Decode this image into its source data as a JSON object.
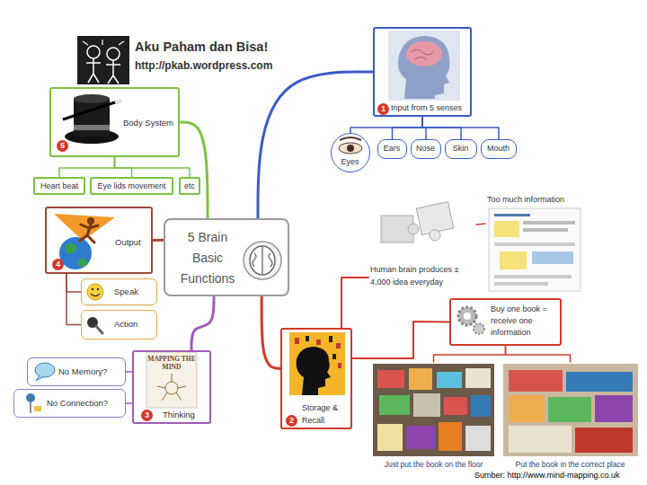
{
  "diagram": {
    "title": "Aku Paham dan Bisa!",
    "caption": "Sumber: http://www.mind-mapping.co.uk",
    "nodes": [
      {
        "text": [
          "5 Brain Basic Functions"
        ]
      },
      {
        "text": [
          "Body System",
          "5"
        ]
      },
      {
        "text": [
          "Heart beat"
        ]
      },
      {
        "text": [
          "Eye lids movement"
        ]
      },
      {
        "text": [
          "etc"
        ]
      },
      {
        "text": [
          "Output",
          "4"
        ]
      },
      {
        "text": [
          "Speak"
        ]
      },
      {
        "text": [
          "Action"
        ]
      },
      {
        "text": [
          "MAPPING THE MIND",
          "Thinking",
          "3"
        ]
      },
      {
        "text": [
          "No Memory?"
        ]
      },
      {
        "text": [
          "No Connection?"
        ]
      },
      {
        "text": [
          "Input from 5 senses",
          "1"
        ]
      },
      {
        "text": [
          "Eyes"
        ]
      },
      {
        "text": [
          "Ears"
        ]
      },
      {
        "text": [
          "Nose"
        ]
      },
      {
        "text": [
          "Skin"
        ]
      },
      {
        "text": [
          "Mouth"
        ]
      },
      {
        "text": [
          "Storage & Recall",
          "2"
        ]
      },
      {
        "text": [
          "Human brain produces ± 4,000 idea everyday"
        ]
      },
      {
        "text": [
          "Too much information"
        ]
      },
      {
        "text": [
          "Buy one book = receive one information"
        ]
      },
      {
        "text": [
          "Just put the book on the floor"
        ]
      },
      {
        "text": [
          "Put the book in the correct place"
        ]
      }
    ],
    "edges": [
      {
        "from": 0,
        "to": 1,
        "arrow": "none"
      },
      {
        "from": 1,
        "to": 2,
        "arrow": "none"
      },
      {
        "from": 1,
        "to": 3,
        "arrow": "none"
      },
      {
        "from": 1,
        "to": 4,
        "arrow": "none"
      },
      {
        "from": 0,
        "to": 5,
        "arrow": "none"
      },
      {
        "from": 5,
        "to": 6,
        "arrow": "none"
      },
      {
        "from": 5,
        "to": 7,
        "arrow": "none"
      },
      {
        "from": 0,
        "to": 8,
        "arrow": "none"
      },
      {
        "from": 8,
        "to": 9,
        "arrow": "none"
      },
      {
        "from": 8,
        "to": 10,
        "arrow": "none"
      },
      {
        "from": 0,
        "to": 11,
        "arrow": "none"
      },
      {
        "from": 11,
        "to": 12,
        "arrow": "none"
      },
      {
        "from": 11,
        "to": 13,
        "arrow": "none"
      },
      {
        "from": 11,
        "to": 14,
        "arrow": "none"
      },
      {
        "from": 11,
        "to": 15,
        "arrow": "none"
      },
      {
        "from": 11,
        "to": 16,
        "arrow": "none"
      },
      {
        "from": 0,
        "to": 17,
        "arrow": "none"
      },
      {
        "from": 17,
        "to": 18,
        "arrow": "none"
      },
      {
        "from": 18,
        "to": 19,
        "arrow": "none"
      },
      {
        "from": 17,
        "to": 20,
        "arrow": "none"
      },
      {
        "from": 20,
        "to": 21,
        "arrow": "none"
      },
      {
        "from": 20,
        "to": 22,
        "arrow": "none"
      }
    ],
    "labels": [
      "http://pkab.wordpress.com"
    ]
  }
}
